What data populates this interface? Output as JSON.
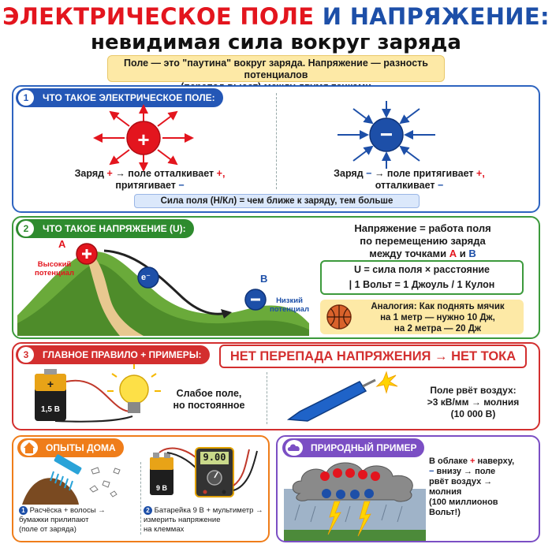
{
  "title": {
    "part1": "ЭЛЕКТРИЧЕСКОЕ ПОЛЕ",
    "part2": "И НАПРЯЖЕНИЕ:",
    "subtitle": "невидимая сила вокруг заряда"
  },
  "intro": {
    "line1": "Поле — это \"паутина\" вокруг заряда. Напряжение — разность потенциалов",
    "line2": "(перепад высот) между двумя точками"
  },
  "section1": {
    "number": "1",
    "header": "ЧТО ТАКОЕ ЭЛЕКТРИЧЕСКОЕ ПОЛЕ:",
    "pos_caption": {
      "a": "Заряд",
      "plus": "+",
      "b": "→ поле отталкивает",
      "plus2": "+,",
      "c": "притягивает",
      "minus": "−"
    },
    "neg_caption": {
      "a": "Заряд",
      "minus": "−",
      "b": "→ поле притягивает",
      "plus": "+,",
      "c": "отталкивает",
      "minus2": "−"
    },
    "rule": "Сила поля (Н/Кл) = чем ближе к заряду, тем больше",
    "plus_sign": "+",
    "minus_sign": "−"
  },
  "section2": {
    "number": "2",
    "header": "ЧТО ТАКОЕ НАПРЯЖЕНИЕ (U):",
    "point_a": "A",
    "point_b": "B",
    "electron": "e⁻",
    "high": {
      "line1": "Высокий",
      "line2": "потенциал"
    },
    "low": {
      "line1": "Низкий",
      "line2": "потенциал"
    },
    "definition": {
      "line1": "Напряжение = работа поля",
      "line2": "по перемещению заряда",
      "line3a": "между точками",
      "a": "А",
      "and": "и",
      "b": "В"
    },
    "formula": {
      "line1": "U = сила поля × расстояние",
      "line2": "| 1 Вольт = 1 Джоуль / 1 Кулон"
    },
    "analogy": {
      "line1": "Аналогия: Как поднять мячик",
      "line2": "на 1 метр — нужно 10 Дж,",
      "line3": "на 2 метра — 20 Дж"
    }
  },
  "section3": {
    "number": "3",
    "header": "ГЛАВНОЕ ПРАВИЛО + ПРИМЕРЫ:",
    "banner": "НЕТ ПЕРЕПАДА НАПРЯЖЕНИЯ → НЕТ ТОКА",
    "battery_label": "1,5 В",
    "weak": {
      "line1": "Слабое поле,",
      "line2": "но постоянное"
    },
    "spark": {
      "line1": "Поле рвёт воздух:",
      "line2": ">3 кВ/мм → молния",
      "line3": "(10 000 В)"
    }
  },
  "section4": {
    "header": "ОПЫТЫ ДОМА",
    "exp1": {
      "num": "1",
      "line1": "Расчёска + волосы →",
      "line2": "бумажки прилипают",
      "line3": "(поле от заряда)"
    },
    "exp2": {
      "num": "2",
      "line1": "Батарейка 9 В + мультиметр →",
      "line2": "измерить напряжение",
      "line3": "на клеммах"
    },
    "battery9": "9 В",
    "multimeter": "9.00"
  },
  "section5": {
    "header": "ПРИРОДНЫЙ ПРИМЕР",
    "text": {
      "line1a": "В облаке",
      "plus": "+",
      "line1b": "наверху,",
      "minus": "−",
      "line2": "внизу → поле",
      "line3": "рвёт воздух →",
      "line4": "молния",
      "line5": "(100 миллионов",
      "line6": "Вольт!)"
    },
    "cloud_plus": "+",
    "cloud_minus": "−"
  },
  "colors": {
    "red": "#e3151e",
    "blue": "#1d4fa8",
    "green": "#3c9a3c",
    "orange": "#ef7d1a",
    "purple": "#7b4fc4"
  }
}
